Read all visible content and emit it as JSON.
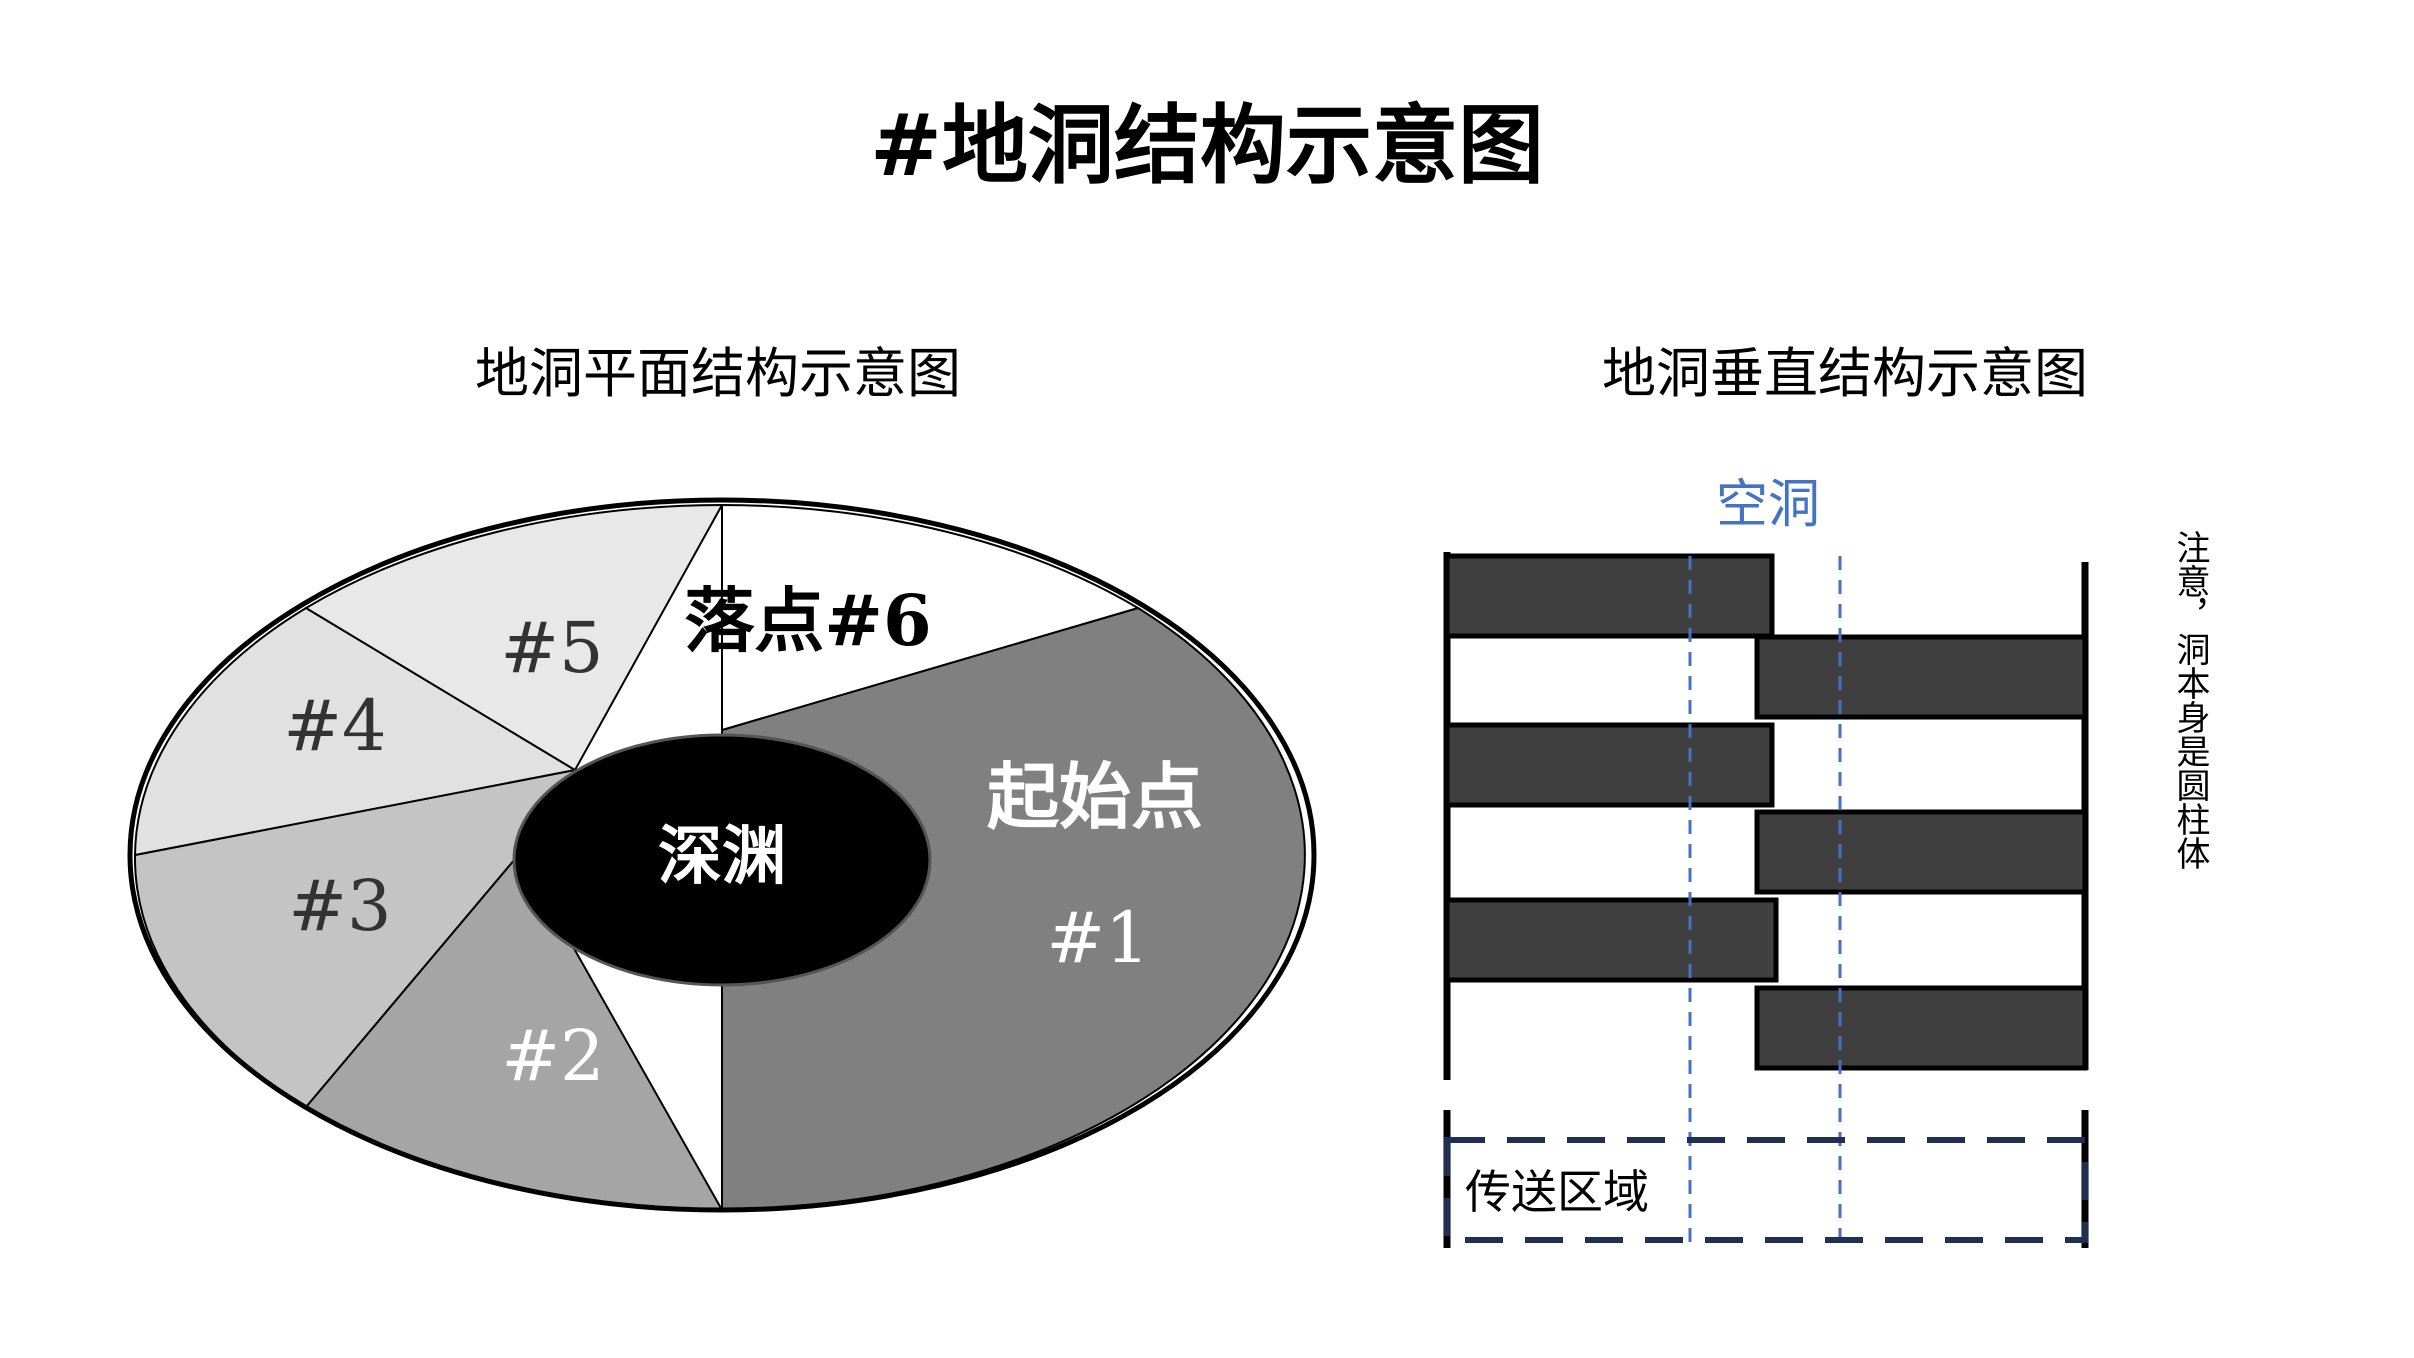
{
  "title": "#地洞结构示意图",
  "plan": {
    "subtitle": "地洞平面结构示意图",
    "center_label": "深渊",
    "segments": [
      {
        "id": "1",
        "label_top": "起始点",
        "label": "#1",
        "fill": "#808080",
        "text_color": "#ffffff"
      },
      {
        "id": "2",
        "label": "#2",
        "fill": "#a5a5a5",
        "text_color": "#ffffff"
      },
      {
        "id": "3",
        "label": "#3",
        "fill": "#c4c4c4",
        "text_color": "#333333"
      },
      {
        "id": "4",
        "label": "#4",
        "fill": "#e1e1e1",
        "text_color": "#333333"
      },
      {
        "id": "5",
        "label": "#5",
        "fill": "#e8e8e8",
        "text_color": "#333333"
      },
      {
        "id": "6",
        "label": "落点#6",
        "fill": "#ffffff",
        "text_color": "#000000"
      }
    ]
  },
  "vertical": {
    "subtitle": "地洞垂直结构示意图",
    "void_label": "空洞",
    "teleport_label": "传送区域",
    "note": "注意，洞本身是圆柱体",
    "colors": {
      "platform": "#404040",
      "void_line": "#4472c4",
      "teleport_border": "#1f3050"
    }
  }
}
